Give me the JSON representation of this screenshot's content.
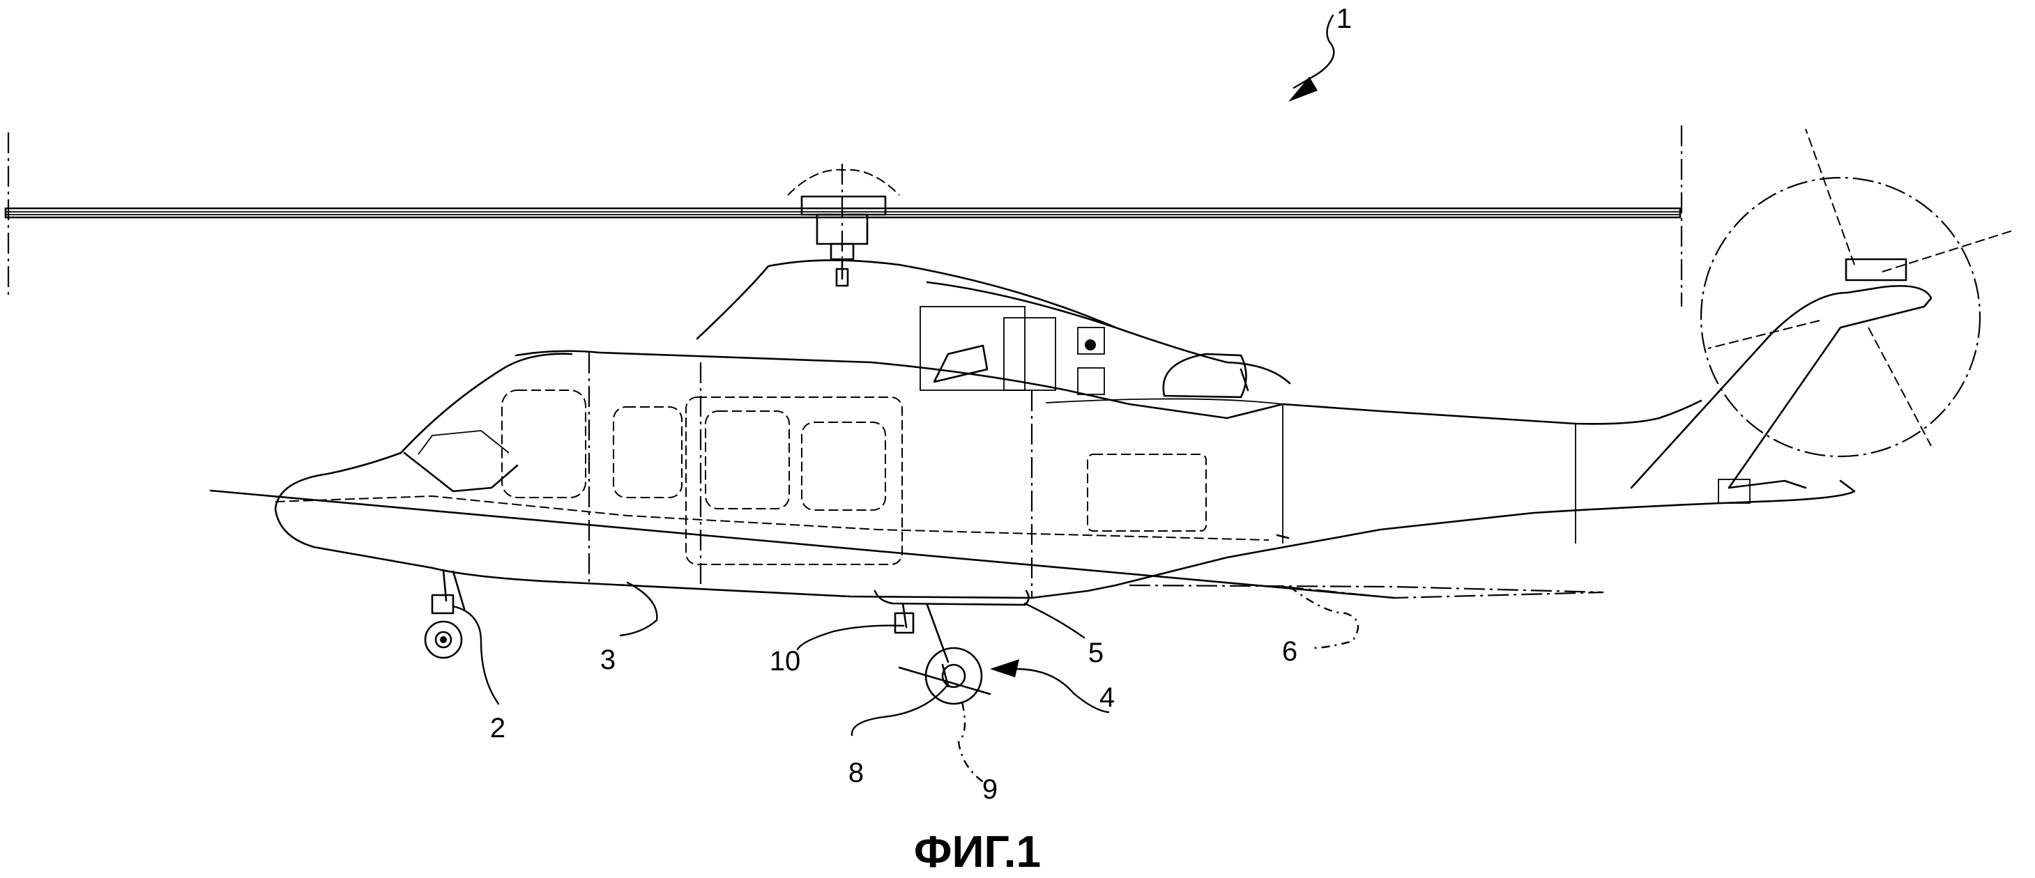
{
  "figure": {
    "caption": "ФИГ.1",
    "labels": {
      "helicopter": "1",
      "nose_wheel": "2",
      "fuselage": "3",
      "main_gear": "4",
      "sponson": "5",
      "line_6": "6",
      "strut_8": "8",
      "axis_9": "9",
      "link_10": "10"
    }
  }
}
